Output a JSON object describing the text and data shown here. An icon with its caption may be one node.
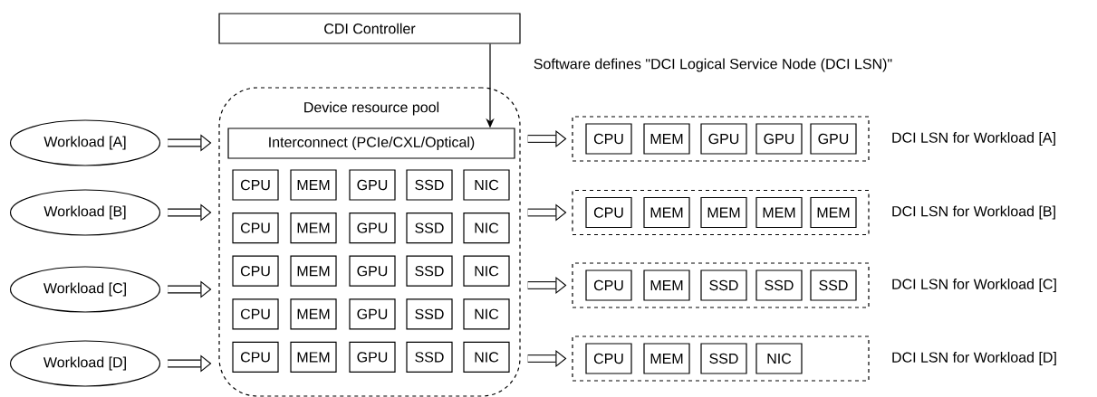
{
  "diagram": {
    "nodes": [
      {
        "text": [
          "CDI Controller"
        ]
      },
      {
        "text": [
          "Workload [A]"
        ]
      },
      {
        "text": [
          "Workload [B]"
        ]
      },
      {
        "text": [
          "Workload [C]"
        ]
      },
      {
        "text": [
          "Workload [D]"
        ]
      },
      {
        "text": [
          "Device resource pool"
        ]
      },
      {
        "text": [
          "Interconnect (PCIe/CXL/Optical)"
        ],
        "in": 5
      },
      {
        "text": [
          "CPU"
        ],
        "in": 5
      },
      {
        "text": [
          "MEM"
        ],
        "in": 5
      },
      {
        "text": [
          "GPU"
        ],
        "in": 5
      },
      {
        "text": [
          "SSD"
        ],
        "in": 5
      },
      {
        "text": [
          "NIC"
        ],
        "in": 5
      },
      {
        "text": [
          "CPU"
        ],
        "in": 5
      },
      {
        "text": [
          "MEM"
        ],
        "in": 5
      },
      {
        "text": [
          "GPU"
        ],
        "in": 5
      },
      {
        "text": [
          "SSD"
        ],
        "in": 5
      },
      {
        "text": [
          "NIC"
        ],
        "in": 5
      },
      {
        "text": [
          "CPU"
        ],
        "in": 5
      },
      {
        "text": [
          "MEM"
        ],
        "in": 5
      },
      {
        "text": [
          "GPU"
        ],
        "in": 5
      },
      {
        "text": [
          "SSD"
        ],
        "in": 5
      },
      {
        "text": [
          "NIC"
        ],
        "in": 5
      },
      {
        "text": [
          "CPU"
        ],
        "in": 5
      },
      {
        "text": [
          "MEM"
        ],
        "in": 5
      },
      {
        "text": [
          "GPU"
        ],
        "in": 5
      },
      {
        "text": [
          "SSD"
        ],
        "in": 5
      },
      {
        "text": [
          "NIC"
        ],
        "in": 5
      },
      {
        "text": [
          "CPU"
        ],
        "in": 5
      },
      {
        "text": [
          "MEM"
        ],
        "in": 5
      },
      {
        "text": [
          "GPU"
        ],
        "in": 5
      },
      {
        "text": [
          "SSD"
        ],
        "in": 5
      },
      {
        "text": [
          "NIC"
        ],
        "in": 5
      },
      {
        "text": [],
        "shape": "box",
        "beside": [
          "DCI LSN for Workload [A]"
        ]
      },
      {
        "text": [
          "CPU"
        ],
        "in": 32
      },
      {
        "text": [
          "MEM"
        ],
        "in": 32
      },
      {
        "text": [
          "GPU"
        ],
        "in": 32
      },
      {
        "text": [
          "GPU"
        ],
        "in": 32
      },
      {
        "text": [
          "GPU"
        ],
        "in": 32
      },
      {
        "text": [],
        "shape": "box",
        "beside": [
          "DCI LSN for Workload [B]"
        ]
      },
      {
        "text": [
          "CPU"
        ],
        "in": 38
      },
      {
        "text": [
          "MEM"
        ],
        "in": 38
      },
      {
        "text": [
          "MEM"
        ],
        "in": 38
      },
      {
        "text": [
          "MEM"
        ],
        "in": 38
      },
      {
        "text": [
          "MEM"
        ],
        "in": 38
      },
      {
        "text": [],
        "shape": "box",
        "beside": [
          "DCI LSN for Workload [C]"
        ]
      },
      {
        "text": [
          "CPU"
        ],
        "in": 44
      },
      {
        "text": [
          "MEM"
        ],
        "in": 44
      },
      {
        "text": [
          "SSD"
        ],
        "in": 44
      },
      {
        "text": [
          "SSD"
        ],
        "in": 44
      },
      {
        "text": [
          "SSD"
        ],
        "in": 44
      },
      {
        "text": [],
        "shape": "box",
        "beside": [
          "DCI LSN for Workload [D]"
        ]
      },
      {
        "text": [
          "CPU"
        ],
        "in": 50
      },
      {
        "text": [
          "MEM"
        ],
        "in": 50
      },
      {
        "text": [
          "SSD"
        ],
        "in": 50
      },
      {
        "text": [
          "NIC"
        ],
        "in": 50
      }
    ],
    "edges": [
      {
        "from": 0,
        "to": 6,
        "arrow": "to",
        "label": "Software defines \"DCI Logical Service Node (DCI LSN)\""
      },
      {
        "from": 1,
        "to": 5,
        "arrow": "to"
      },
      {
        "from": 2,
        "to": 5,
        "arrow": "to"
      },
      {
        "from": 3,
        "to": 5,
        "arrow": "to"
      },
      {
        "from": 4,
        "to": 5,
        "arrow": "to"
      },
      {
        "from": 5,
        "to": 32,
        "arrow": "to"
      },
      {
        "from": 5,
        "to": 38,
        "arrow": "to"
      },
      {
        "from": 5,
        "to": 44,
        "arrow": "to"
      },
      {
        "from": 5,
        "to": 50,
        "arrow": "to"
      }
    ]
  }
}
